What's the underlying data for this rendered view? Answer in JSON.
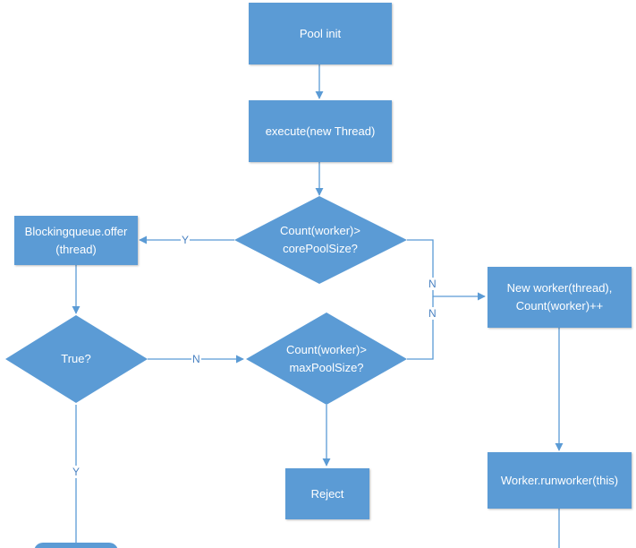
{
  "colors": {
    "node_fill": "#5b9bd5",
    "edge": "#5b9bd5",
    "text": "#ffffff",
    "label": "#4a82c2"
  },
  "nodes": {
    "pool_init": "Pool init",
    "execute": "execute(new Thread)",
    "core_check": "Count(worker)>\ncorePoolSize?",
    "offer": "Blockingqueue.offer\n(thread)",
    "new_worker": "New worker(thread),\nCount(worker)++",
    "true_check": "True?",
    "max_check": "Count(worker)>\nmaxPoolSize?",
    "reject": "Reject",
    "run_worker": "Worker.runworker(this)"
  },
  "edges": {
    "core_yes": "Y",
    "core_no": "N",
    "max_no": "N",
    "true_no": "N",
    "true_yes": "Y"
  }
}
